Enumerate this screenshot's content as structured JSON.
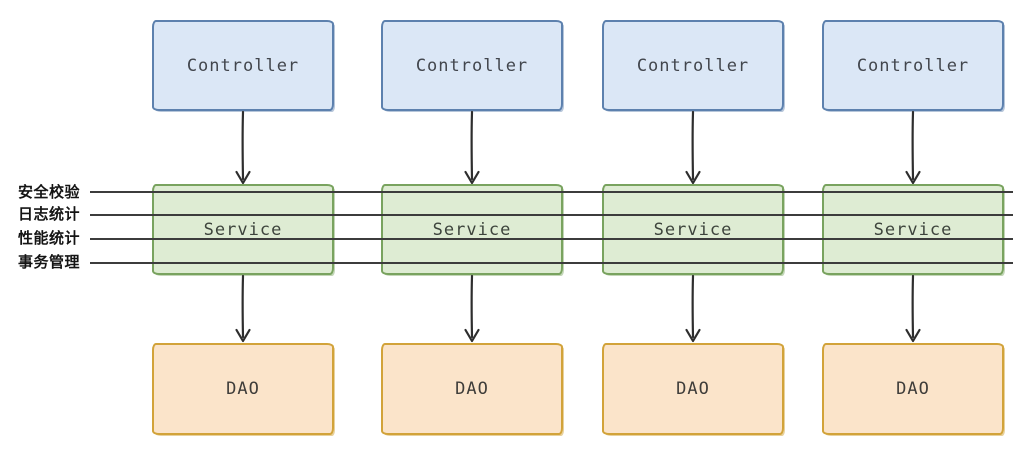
{
  "aspects": [
    {
      "label": "安全校验"
    },
    {
      "label": "日志统计"
    },
    {
      "label": "性能统计"
    },
    {
      "label": "事务管理"
    }
  ],
  "columns": [
    {
      "controller": "Controller",
      "service": "Service",
      "dao": "DAO"
    },
    {
      "controller": "Controller",
      "service": "Service",
      "dao": "DAO"
    },
    {
      "controller": "Controller",
      "service": "Service",
      "dao": "DAO"
    },
    {
      "controller": "Controller",
      "service": "Service",
      "dao": "DAO"
    }
  ],
  "colors": {
    "controller_fill": "#dbe7f6",
    "controller_border": "#5d81ae",
    "service_fill": "#deecd3",
    "service_border": "#79a35f",
    "dao_fill": "#fbe4ca",
    "dao_border": "#d2a33a",
    "aspect_line": "#3c3c3c",
    "arrow": "#2e2e2e",
    "label_text": "#141414"
  }
}
